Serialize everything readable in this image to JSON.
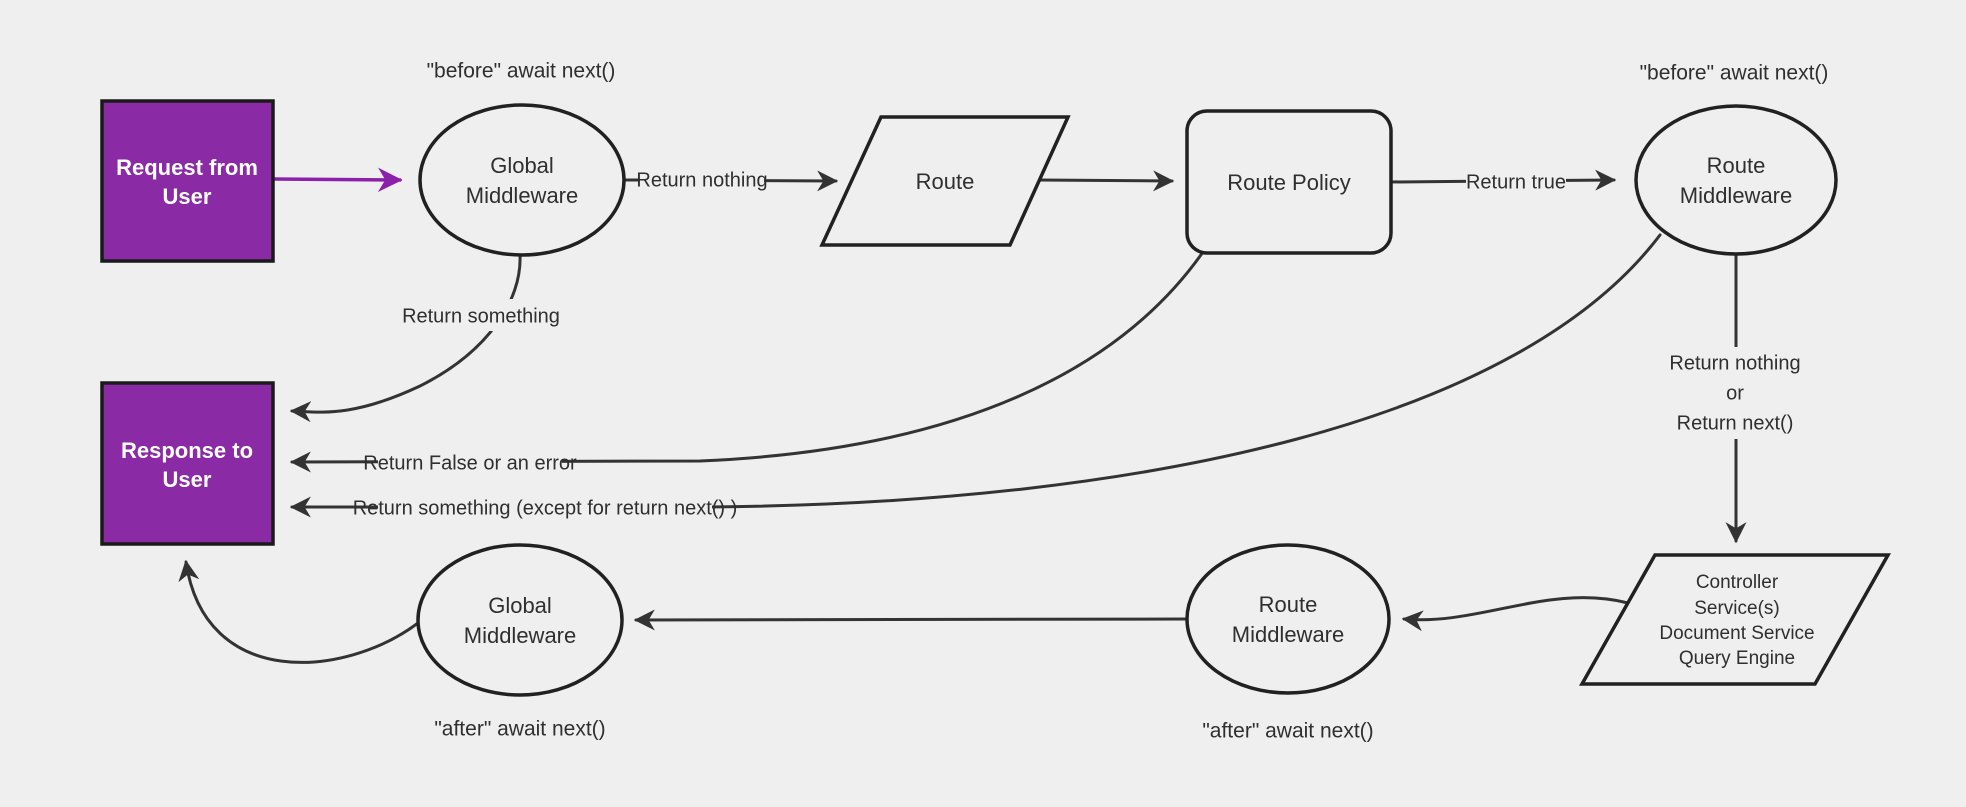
{
  "diagram": {
    "title_semantic": "middleware-request-response-flow",
    "colors": {
      "background": "#efefef",
      "terminal_fill": "#8a2aa5",
      "terminal_border": "#1a1a1a",
      "terminal_text": "#ffffff",
      "node_border": "#212121",
      "edge": "#333333",
      "purple_arrow": "#8b21ab",
      "text": "#2f2f2f"
    },
    "nodes": {
      "request": {
        "line1": "Request from",
        "line2": "User"
      },
      "global_middleware_top": {
        "line1": "Global",
        "line2": "Middleware"
      },
      "route": {
        "label": "Route"
      },
      "route_policy": {
        "label": "Route Policy"
      },
      "route_middleware_top": {
        "line1": "Route",
        "line2": "Middleware"
      },
      "controller": {
        "line1": "Controller",
        "line2": "Service(s)",
        "line3": "Document Service",
        "line4": "Query Engine"
      },
      "route_middleware_bottom": {
        "line1": "Route",
        "line2": "Middleware"
      },
      "global_middleware_bottom": {
        "line1": "Global",
        "line2": "Middleware"
      },
      "response": {
        "line1": "Response to",
        "line2": "User"
      }
    },
    "edge_labels": {
      "return_nothing": "Return nothing",
      "return_true": "Return true",
      "return_nothing_or": {
        "line1": "Return nothing",
        "line2": "or",
        "line3": "Return next()"
      },
      "return_something": "Return something",
      "return_false_or_error": "Return False or an error",
      "return_something_except": "Return something (except for return next() )"
    },
    "annotations": {
      "before_left": "\"before\" await next()",
      "before_right": "\"before\" await next()",
      "after_left": "\"after\" await next()",
      "after_right": "\"after\" await next()"
    }
  }
}
